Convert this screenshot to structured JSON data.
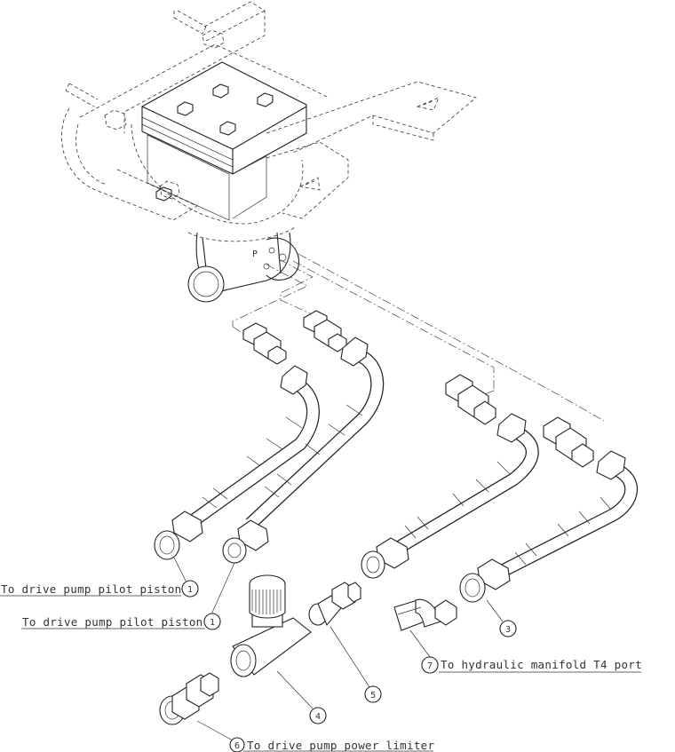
{
  "callouts": [
    {
      "number": "1",
      "text": "To drive pump pilot piston"
    },
    {
      "number": "1",
      "text": "To drive pump pilot piston"
    },
    {
      "number": "3",
      "text": ""
    },
    {
      "number": "4",
      "text": ""
    },
    {
      "number": "5",
      "text": ""
    },
    {
      "number": "6",
      "text": "To drive pump power limiter"
    },
    {
      "number": "7",
      "text": "To hydraulic manifold T4 port"
    }
  ],
  "port_label": "P"
}
